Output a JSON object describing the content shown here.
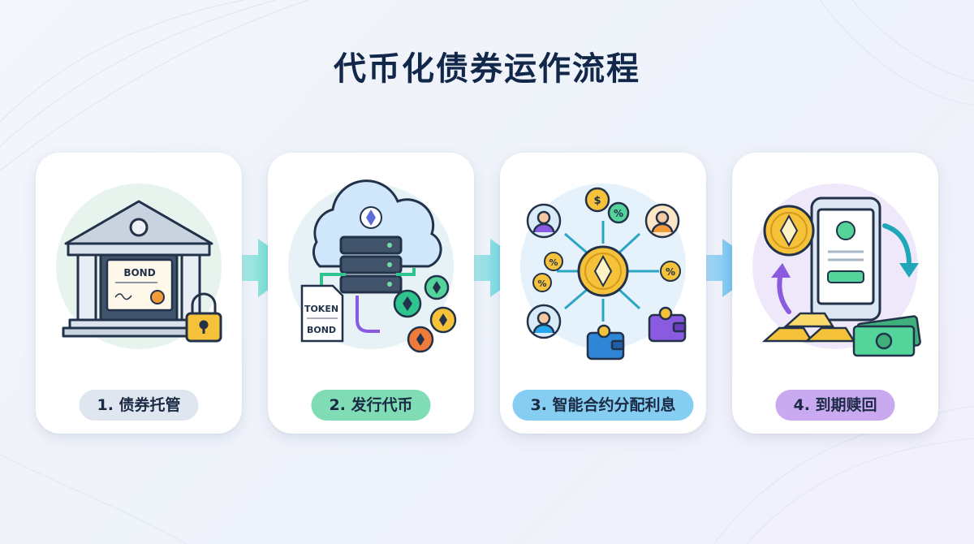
{
  "title": "代币化债券运作流程",
  "steps": [
    {
      "label": "1. 债券托管",
      "pill_color": "#dfe6ef"
    },
    {
      "label": "2. 发行代币",
      "pill_color": "#7fdcb5"
    },
    {
      "label": "3. 智能合约分配利息",
      "pill_color": "#86cdf2"
    },
    {
      "label": "4. 到期赎回",
      "pill_color": "#c9a9ef"
    }
  ],
  "icons": {
    "bond_certificate": "BOND",
    "token_doc_top": "TOKEN",
    "token_doc_bottom": "BOND",
    "coin_symbol": "$",
    "percent_symbol": "%"
  },
  "colors": {
    "title": "#12284a",
    "arrow_light": "#b9f1ea",
    "arrow_teal": "#2ed0c0",
    "arrow_blue": "#27a6ea",
    "gold": "#f6c23a",
    "dark_outline": "#22324a"
  }
}
